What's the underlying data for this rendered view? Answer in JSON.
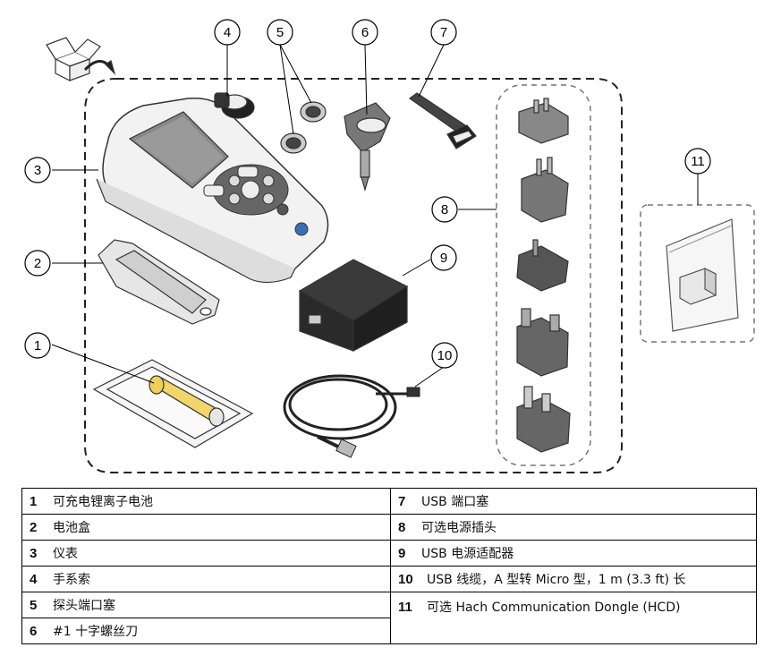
{
  "figure": {
    "callouts": [
      "1",
      "2",
      "3",
      "4",
      "5",
      "6",
      "7",
      "8",
      "9",
      "10",
      "11"
    ]
  },
  "legend": {
    "left": [
      {
        "num": "1",
        "text": "可充电锂离子电池"
      },
      {
        "num": "2",
        "text": "电池盒"
      },
      {
        "num": "3",
        "text": "仪表"
      },
      {
        "num": "4",
        "text": "手系索"
      },
      {
        "num": "5",
        "text": "探头端口塞"
      },
      {
        "num": "6",
        "text": "#1 十字螺丝刀"
      }
    ],
    "right": [
      {
        "num": "7",
        "text": "USB 端口塞"
      },
      {
        "num": "8",
        "text": "可选电源插头"
      },
      {
        "num": "9",
        "text": "USB 电源适配器"
      },
      {
        "num": "10",
        "text": "USB 线缆，A 型转 Micro 型，1 m (3.3 ft) 长"
      },
      {
        "num": "11",
        "text": "可选 Hach Communication Dongle (HCD)"
      }
    ]
  }
}
